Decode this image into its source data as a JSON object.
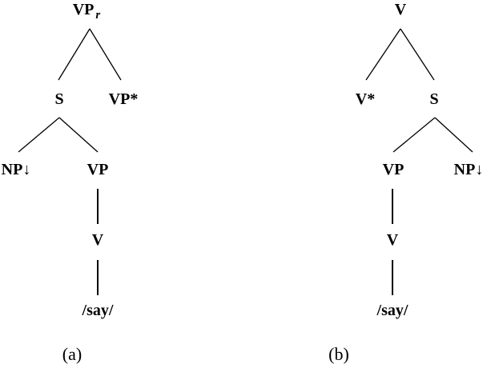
{
  "tree_a": {
    "root": "VP",
    "root_subscript": "r",
    "s": "S",
    "vp_foot": "VP*",
    "np_subst": "NP↓",
    "vp": "VP",
    "v": "V",
    "anchor": "/say/",
    "caption": "(a)"
  },
  "tree_b": {
    "root": "V",
    "v_foot": "V*",
    "s": "S",
    "vp": "VP",
    "np_subst": "NP↓",
    "v": "V",
    "anchor": "/say/",
    "caption": "(b)"
  }
}
